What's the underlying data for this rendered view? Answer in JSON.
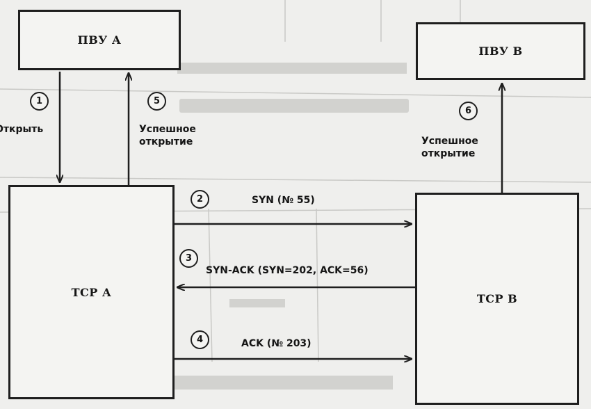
{
  "boxes": {
    "pvu_a": "ПВУ А",
    "pvu_b": "ПВУ В",
    "tcp_a": "ТСР А",
    "tcp_b": "ТСР В"
  },
  "steps": [
    {
      "number": "1",
      "label": "Открыть"
    },
    {
      "number": "2",
      "label": "SYN (№ 55)"
    },
    {
      "number": "3",
      "label": "SYN-ACK (SYN=202, ACK=56)"
    },
    {
      "number": "4",
      "label": "ACK (№ 203)"
    },
    {
      "number": "5",
      "label_line1": "Успешное",
      "label_line2": "открытие"
    },
    {
      "number": "6",
      "label_line1": "Успешное",
      "label_line2": "открытие"
    }
  ],
  "colors": {
    "stroke": "#1e1e1e",
    "paper": "#efefed",
    "box_fill": "#f4f4f2"
  }
}
